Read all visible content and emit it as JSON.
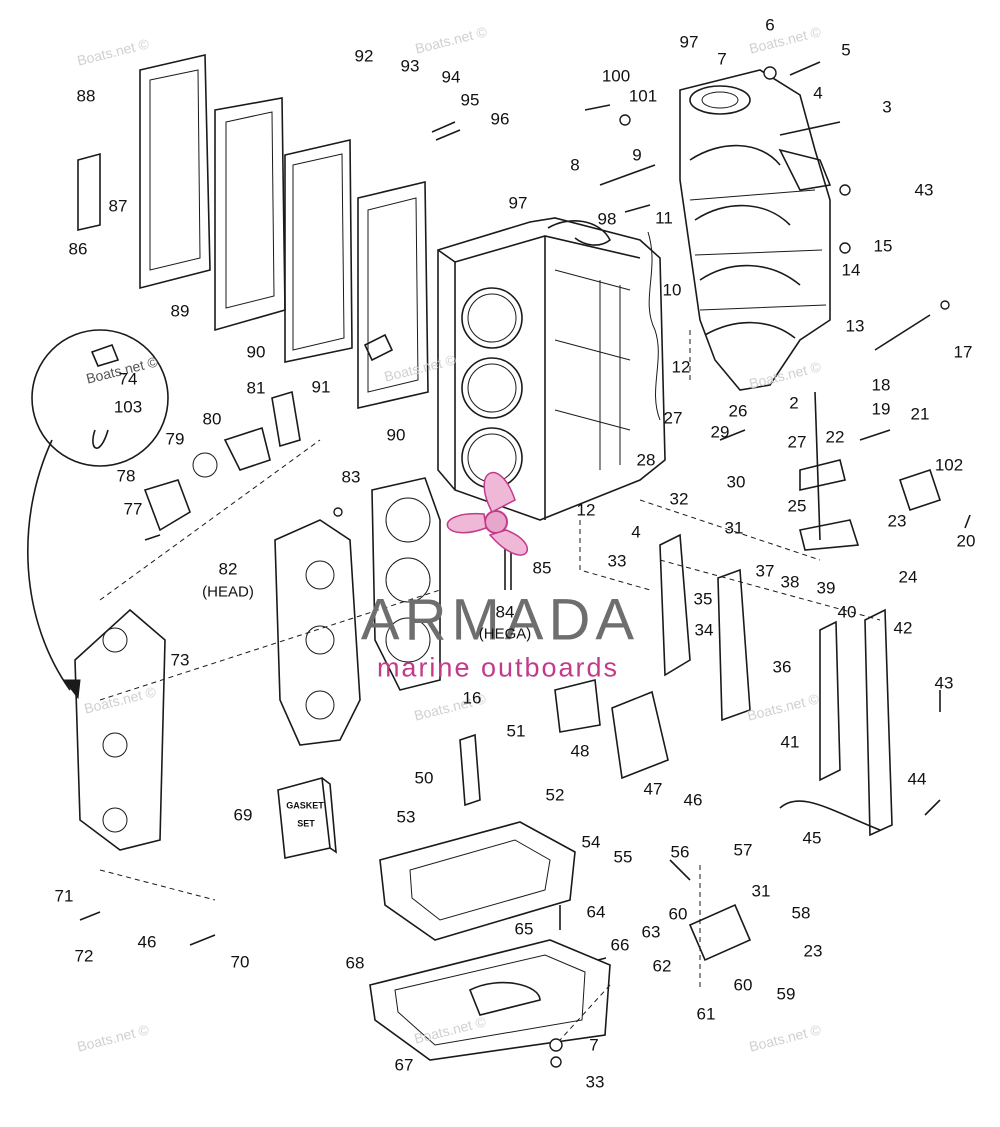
{
  "watermark_text": "Boats.net ©",
  "brand": {
    "name": "ARMADA",
    "tagline": "marine outboards"
  },
  "diagram_text": {
    "head": "(HEAD)",
    "hega": "(HEGA)"
  },
  "box_label": {
    "top": "GASKET",
    "bottom": "SET"
  },
  "part_numbers": [
    "2",
    "3",
    "4",
    "5",
    "6",
    "7",
    "8",
    "9",
    "10",
    "11",
    "12",
    "13",
    "14",
    "15",
    "16",
    "17",
    "18",
    "19",
    "20",
    "21",
    "22",
    "23",
    "24",
    "25",
    "26",
    "27",
    "28",
    "29",
    "30",
    "31",
    "32",
    "33",
    "34",
    "35",
    "36",
    "37",
    "38",
    "39",
    "40",
    "41",
    "42",
    "43",
    "44",
    "45",
    "46",
    "47",
    "48",
    "50",
    "51",
    "52",
    "53",
    "54",
    "55",
    "56",
    "57",
    "58",
    "59",
    "60",
    "61",
    "62",
    "63",
    "64",
    "65",
    "66",
    "67",
    "68",
    "69",
    "70",
    "71",
    "72",
    "73",
    "74",
    "77",
    "78",
    "79",
    "80",
    "81",
    "82",
    "83",
    "84",
    "85",
    "86",
    "87",
    "88",
    "89",
    "90",
    "91",
    "92",
    "93",
    "94",
    "95",
    "96",
    "97",
    "98",
    "100",
    "101",
    "102",
    "103"
  ],
  "colors": {
    "ink": "#1a1a1a",
    "brand_gray": "#6e6e6e",
    "brand_pink": "#c23b8b",
    "watermark": "#d0d0d0"
  }
}
